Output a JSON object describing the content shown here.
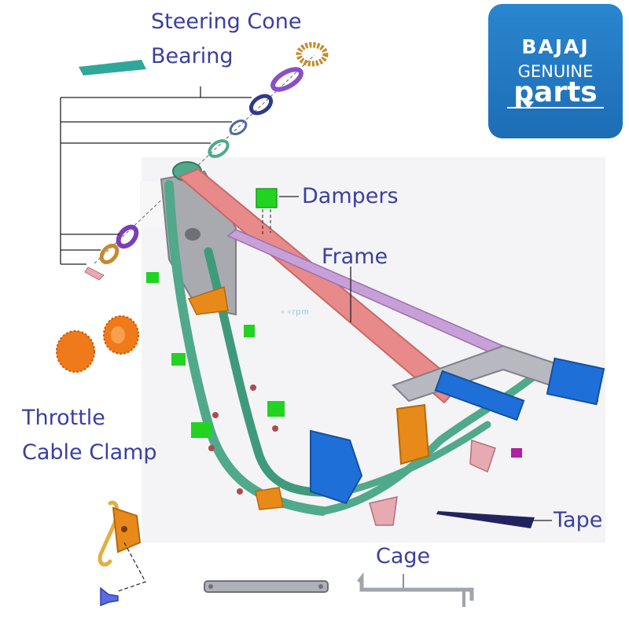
{
  "labels": {
    "steering_cone_bearing": [
      "Steering Cone",
      "Bearing"
    ],
    "dampers": "Dampers",
    "frame": "Frame",
    "throttle_cable_clamp": [
      "Throttle",
      "Cable Clamp"
    ],
    "tape": "Tape",
    "cage": "Cage"
  },
  "logo": {
    "brand": "BAJAJ",
    "line1": "GENUINE",
    "line2": "parts"
  },
  "watermark": "∘∘rpm",
  "colors": {
    "label_text": "#3b3fa0",
    "logo_bg": "#1f73bb",
    "frame_main": "#e88a8a",
    "frame_rails": "#4fa98a",
    "frame_gray": "#a8aab0",
    "blue_plate": "#1f6fd8",
    "damper_green": "#22d322",
    "bracket_orange": "#e88a1a",
    "tape_navy": "#22235e",
    "bearing_purple": "#8a4fc8"
  }
}
